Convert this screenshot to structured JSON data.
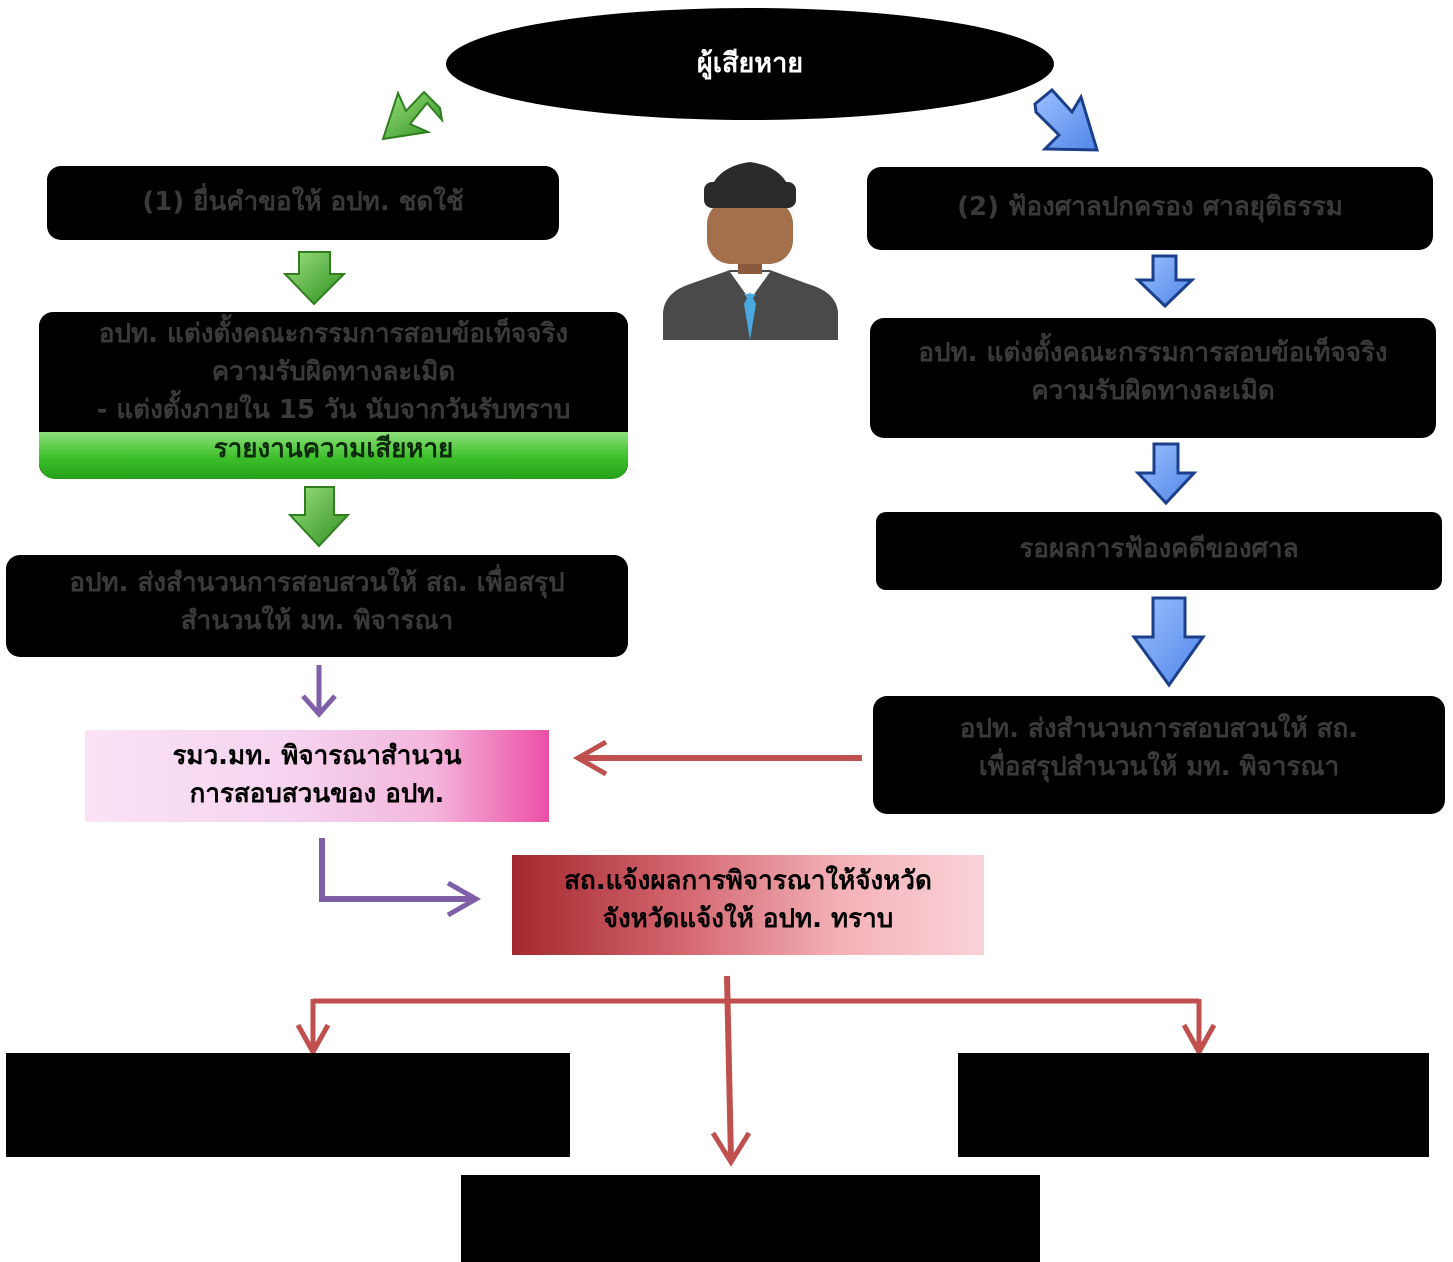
{
  "title": "ผู้เสียหาย",
  "left_path": {
    "step1": "(1) ยื่นคำขอให้ อปท. ชดใช้",
    "step2_lines": [
      "อปท. แต่งตั้งคณะกรรมการสอบข้อเท็จจริง",
      "ความรับผิดทางละเมิด",
      "- แต่งตั้งภายใน 15 วัน นับจากวันรับทราบ"
    ],
    "step2_note": "รายงานความเสียหาย",
    "step3_lines": [
      "อปท. ส่งสำนวนการสอบสวนให้ สถ. เพื่อสรุป",
      "สำนวนให้ มท. พิจารณา"
    ]
  },
  "right_path": {
    "step1": "(2) ฟ้องศาลปกครอง ศาลยุติธรรม",
    "step2_lines": [
      "อปท. แต่งตั้งคณะกรรมการสอบข้อเท็จจริง",
      "ความรับผิดทางละเมิด"
    ],
    "step3": "รอผลการฟ้องคดีของศาล",
    "step4_lines": [
      "อปท. ส่งสำนวนการสอบสวนให้ สถ.",
      "เพื่อสรุปสำนวนให้ มท. พิจารณา"
    ]
  },
  "minister_box_lines": [
    "รมว.มท. พิจารณาสำนวน",
    "การสอบสวนของ อปท."
  ],
  "notify_box_lines": [
    "สถ.แจ้งผลการพิจารณาให้จังหวัด",
    "จังหวัดแจ้งให้ อปท. ทราบ"
  ],
  "icons": [
    "person-avatar-icon",
    "green-arrow-icon",
    "blue-arrow-icon",
    "purple-arrow-icon",
    "red-arrow-icon"
  ],
  "colors": {
    "green_arrow": "#3fae2a",
    "blue_arrow": "#6a9cf0",
    "purple_arrow": "#7f5fa8",
    "red_arrow": "#c0504d"
  }
}
